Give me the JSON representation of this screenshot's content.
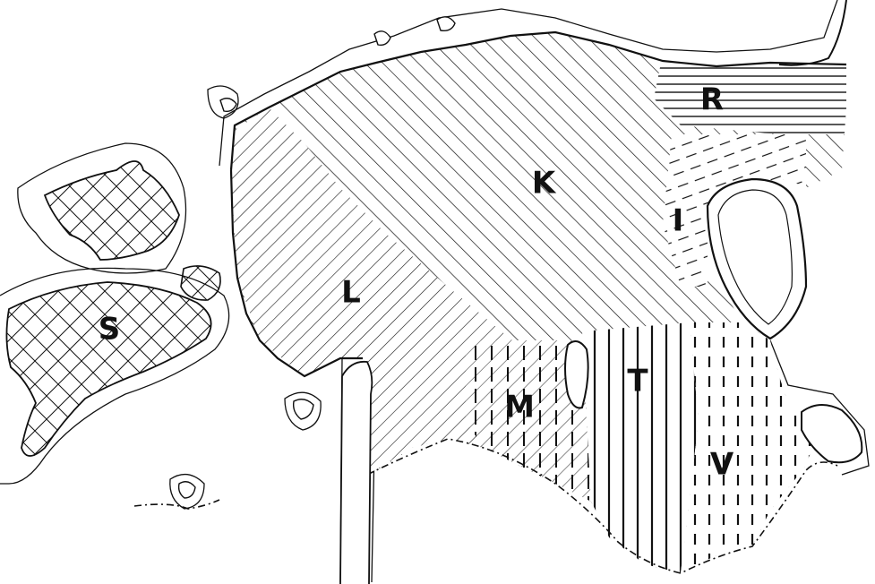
{
  "map": {
    "colors": {
      "ink": "#111111",
      "paper": "#ffffff"
    },
    "regions": [
      {
        "id": "K",
        "label": "K"
      },
      {
        "id": "L",
        "label": "L"
      },
      {
        "id": "R",
        "label": "R"
      },
      {
        "id": "I",
        "label": "I"
      },
      {
        "id": "S",
        "label": "S"
      },
      {
        "id": "M",
        "label": "M"
      },
      {
        "id": "T",
        "label": "T"
      },
      {
        "id": "V",
        "label": "V"
      }
    ]
  }
}
